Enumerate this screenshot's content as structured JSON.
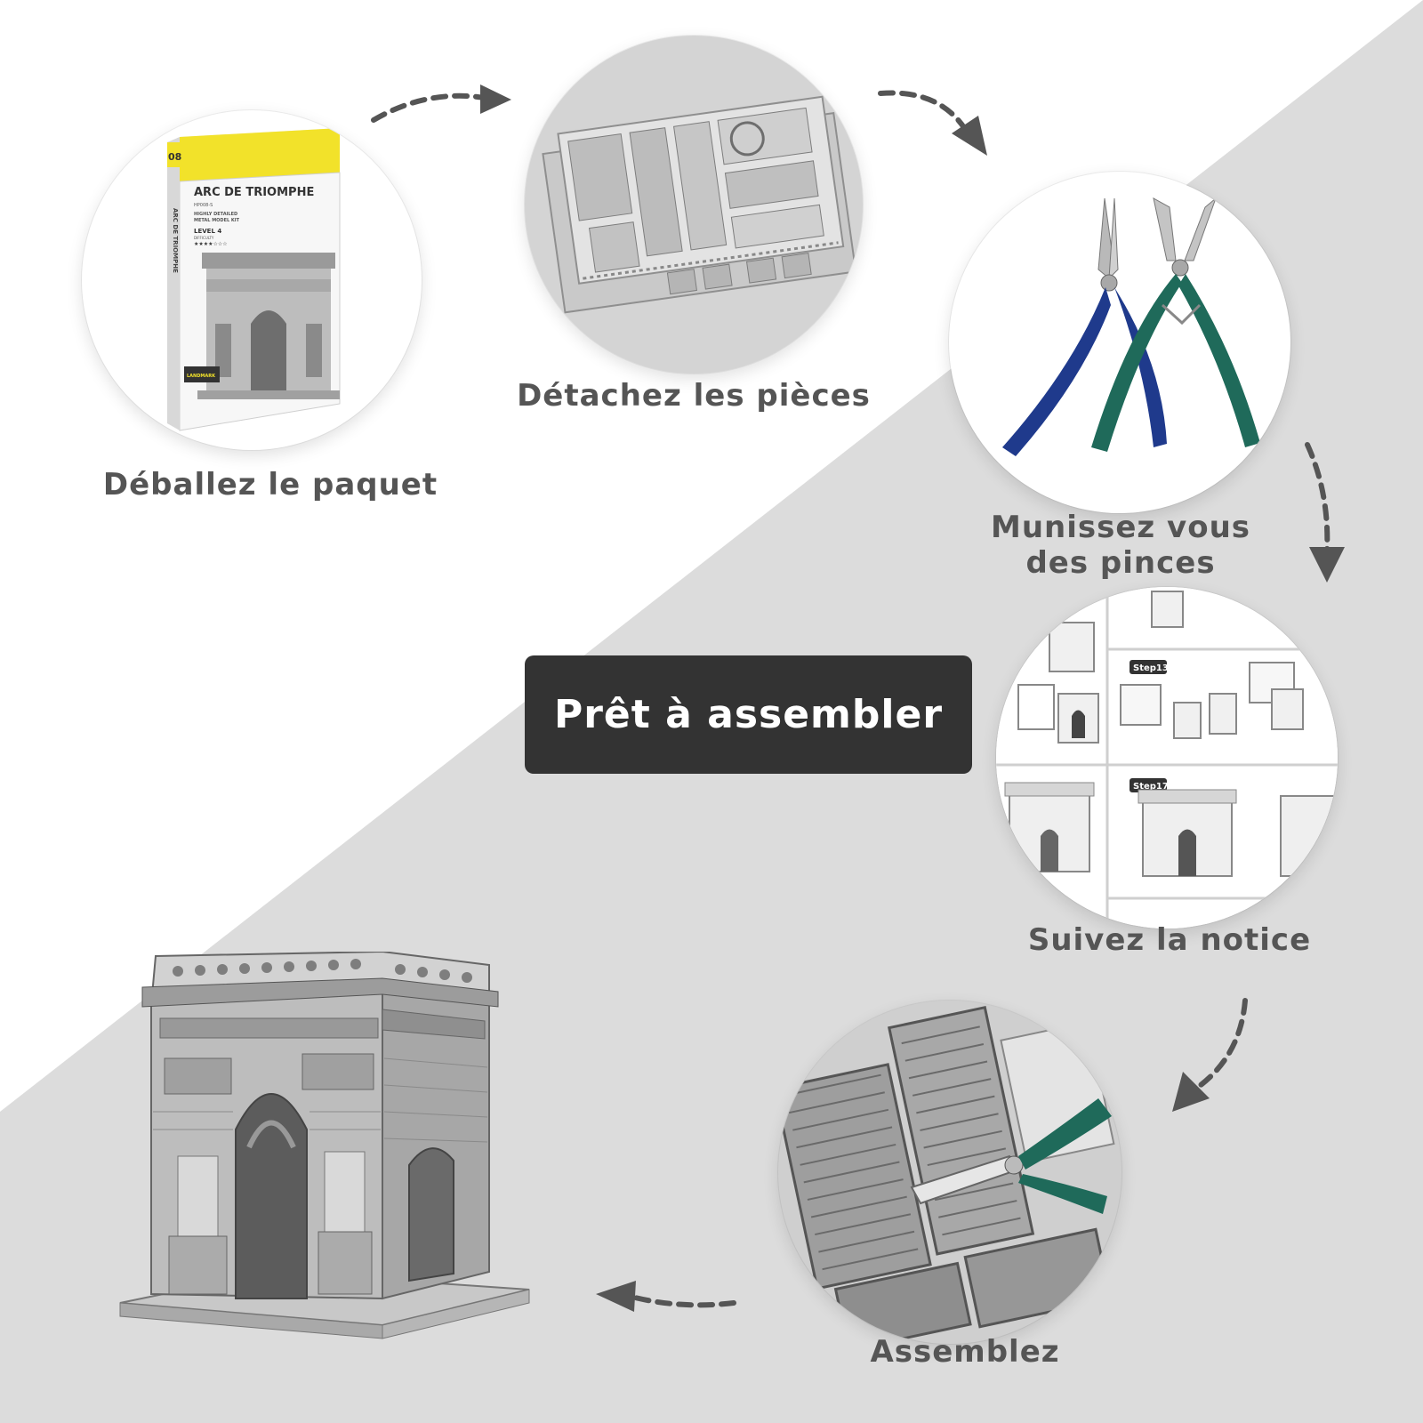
{
  "steps": [
    {
      "label": "Déballez le paquet"
    },
    {
      "label": "Détachez les pièces"
    },
    {
      "label_line1": "Munissez vous",
      "label_line2": "des pinces"
    },
    {
      "label": "Suivez la notice"
    },
    {
      "label": "Assemblez"
    }
  ],
  "box": {
    "number": "08",
    "title": "ARC DE TRIOMPHE",
    "code": "HP008-S",
    "subtitle_line1": "HIGHLY DETAILED",
    "subtitle_line2": "METAL MODEL KIT",
    "level": "LEVEL 4",
    "difficulty_label": "DIFFICULTY",
    "stars": "★★★★☆☆☆",
    "spine_text": "ARC DE TRIOMPHE",
    "series": "LANDMARK"
  },
  "manual": {
    "step_a": "Step13",
    "step_b": "Step17"
  },
  "ready_label": "Prêt à assembler",
  "colors": {
    "background_light": "#ffffff",
    "background_gray": "#dcdcdc",
    "label_text": "#555555",
    "box_yellow": "#f2e22a",
    "ready_box": "#333333",
    "pliers_blue": "#1f3a8c",
    "pliers_green": "#1f6a5a"
  },
  "icons": [
    "dashed-arrow-icon",
    "pliers-icon"
  ]
}
